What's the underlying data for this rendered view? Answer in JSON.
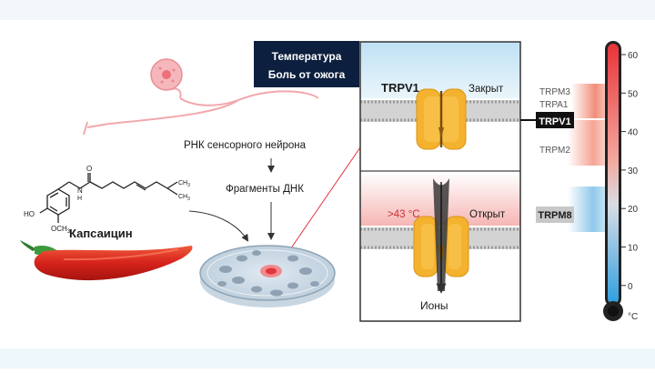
{
  "capsaicin": {
    "name": "Капсаицин",
    "atoms": {
      "ho": "HO",
      "och3": "OCH",
      "och3_sub": "3",
      "n": "N",
      "h": "H",
      "o": "O",
      "ch3_top": "CH",
      "ch3_bot": "CH",
      "sub3": "3"
    }
  },
  "flow": {
    "rna_label": "РНК сенсорного нейрона",
    "dna_label": "Фрагменты ДНК"
  },
  "title_box": {
    "line1": "Температура",
    "line2": "Боль от ожога"
  },
  "channel": {
    "name": "TRPV1",
    "closed_label": "Закрыт",
    "open_label": "Открыт",
    "temp_label": ">43 °C",
    "ions_label": "Ионы"
  },
  "receptors": {
    "trpm3": "TRPM3",
    "trpa1": "TRPA1",
    "trpv1": "TRPV1",
    "trpm2": "TRPM2",
    "trpm8": "TRPM8"
  },
  "thermometer": {
    "ticks": [
      "60",
      "50",
      "40",
      "30",
      "20",
      "10",
      "0"
    ],
    "unit": "°C",
    "colors": {
      "hot": "#e8333a",
      "cold": "#2f9fe0"
    }
  }
}
